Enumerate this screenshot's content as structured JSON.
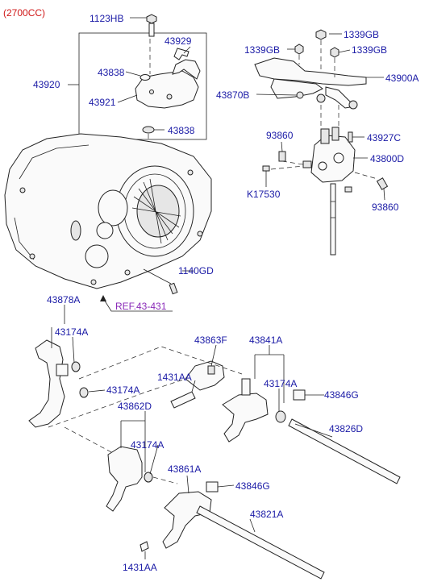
{
  "header": {
    "engine": "(2700CC)"
  },
  "reference": {
    "label": "REF.43-431"
  },
  "parts": {
    "p1123HB": "1123HB",
    "p43929": "43929",
    "p43838_top": "43838",
    "p43920": "43920",
    "p43921": "43921",
    "p43838_bot": "43838",
    "p1339GB_a": "1339GB",
    "p1339GB_b": "1339GB",
    "p1339GB_c": "1339GB",
    "p43900A": "43900A",
    "p43870B": "43870B",
    "p93860_top": "93860",
    "p43927C": "43927C",
    "p43800D": "43800D",
    "pK17530": "K17530",
    "p93860_bot": "93860",
    "p1140GD": "1140GD",
    "p43878A": "43878A",
    "p43174A_1": "43174A",
    "p43174A_2": "43174A",
    "p43863F": "43863F",
    "p43841A": "43841A",
    "p1431AA_1": "1431AA",
    "p43174A_3": "43174A",
    "p43846G_1": "43846G",
    "p43862D": "43862D",
    "p43826D": "43826D",
    "p43174A_4": "43174A",
    "p43861A": "43861A",
    "p43846G_2": "43846G",
    "p43821A": "43821A",
    "p1431AA_2": "1431AA"
  }
}
